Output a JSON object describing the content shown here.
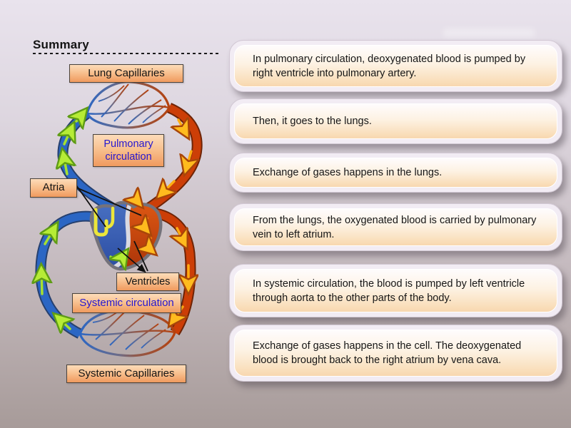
{
  "header": {
    "title": "Summary"
  },
  "diagram": {
    "labels": {
      "lung_capillaries": "Lung Capillaries",
      "pulmonary_circulation": "Pulmonary circulation",
      "atria": "Atria",
      "ventricles": "Ventricles",
      "systemic_circulation": "Systemic circulation",
      "systemic_capillaries": "Systemic Capillaries"
    },
    "colors": {
      "deoxygenated_vessel": "#2b66c4",
      "oxygenated_vessel": "#cc3e07",
      "vein_flow_arrows": "#a6e030",
      "artery_flow_arrows": "#ffac12",
      "label_fill_top": "#fddcba",
      "label_fill_bottom": "#f09a5e",
      "blue_label_text": "#2517d0"
    }
  },
  "summary_boxes": [
    {
      "text": "In pulmonary circulation, deoxygenated blood is pumped by right ventricle into pulmonary artery."
    },
    {
      "text": "Then, it goes to the lungs."
    },
    {
      "text": "Exchange of gases happens in the lungs."
    },
    {
      "text": "From the lungs, the oxygenated blood is carried by pulmonary vein to left atrium."
    },
    {
      "text": "In systemic circulation, the blood is pumped by left ventricle through aorta to the other parts of the body."
    },
    {
      "text": "Exchange of gases happens in the cell. The deoxygenated blood is brought back to the right atrium by vena cava."
    }
  ]
}
